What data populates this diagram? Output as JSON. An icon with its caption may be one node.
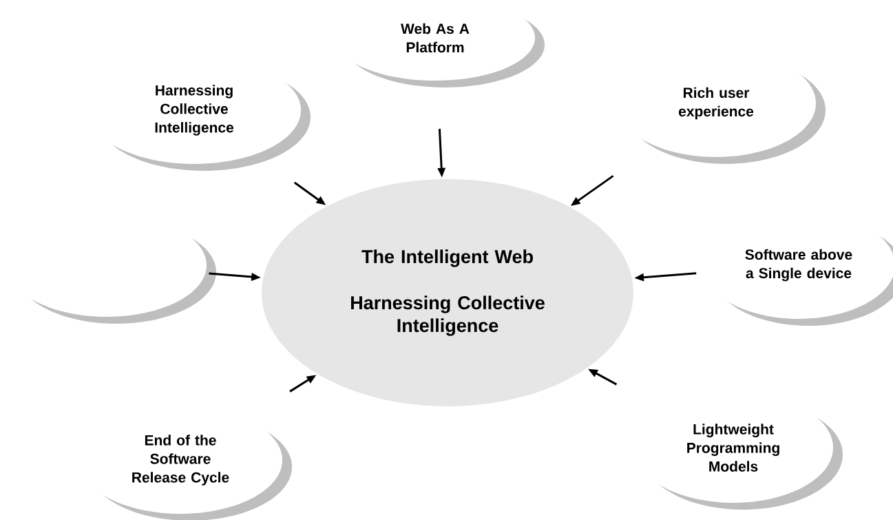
{
  "diagram": {
    "nodes": [
      {
        "text": [
          "The Intelligent Web",
          "Harnessing Collective Intelligence"
        ]
      },
      {
        "text": [
          "Web As A Platform"
        ]
      },
      {
        "text": [
          "Harnessing Collective Intelligence"
        ]
      },
      {
        "text": [
          "Rich user experience"
        ]
      },
      {
        "text": [],
        "shape": "ellipse"
      },
      {
        "text": [
          "Software above a Single device"
        ]
      },
      {
        "text": [
          "End of the Software Release Cycle"
        ]
      },
      {
        "text": [
          "Lightweight Programming Models"
        ]
      }
    ],
    "edges": [
      {
        "from": 1,
        "to": 0,
        "arrow": "to"
      },
      {
        "from": 2,
        "to": 0,
        "arrow": "to"
      },
      {
        "from": 3,
        "to": 0,
        "arrow": "to"
      },
      {
        "from": 4,
        "to": 0,
        "arrow": "to"
      },
      {
        "from": 5,
        "to": 0,
        "arrow": "to"
      },
      {
        "from": 6,
        "to": 0,
        "arrow": "to"
      },
      {
        "from": 7,
        "to": 0,
        "arrow": "to"
      }
    ]
  }
}
